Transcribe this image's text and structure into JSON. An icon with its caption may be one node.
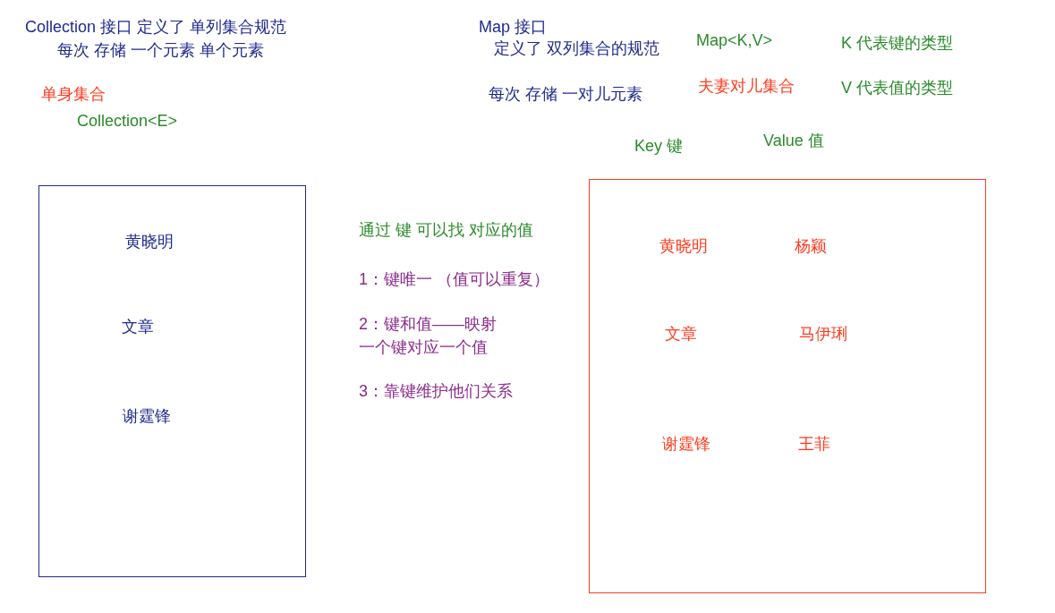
{
  "diagram": {
    "nodes": [
      {
        "text": [
          "黄晓明",
          "文章",
          "谢霆锋"
        ]
      },
      {
        "text": [
          "黄晓明",
          "杨颖",
          "文章",
          "马伊琍",
          "谢霆锋",
          "王菲"
        ]
      }
    ],
    "labels": [
      "Collection 接口 定义了 单列集合规范",
      "每次 存储 一个元素 单个元素",
      "Map 接口",
      "定义了 双列集合的规范",
      "Map<K,V>",
      "K 代表键的类型",
      "单身集合",
      "每次 存储 一对儿元素",
      "夫妻对儿集合",
      "V 代表值的类型",
      "Collection<E>",
      "Key 键",
      "Value 值",
      "通过 键 可以找 对应的值",
      "1：键唯一 （值可以重复）",
      "2：键和值——映射一个键对应一个值",
      "3：靠键维护他们关系"
    ]
  }
}
